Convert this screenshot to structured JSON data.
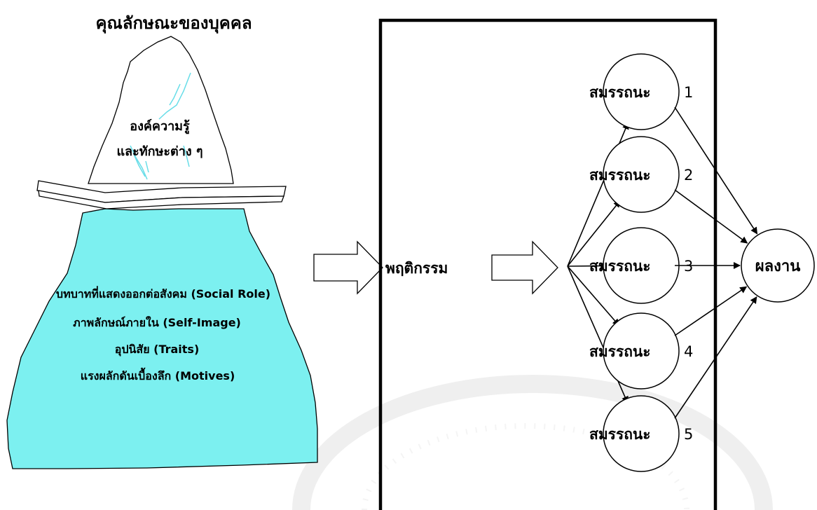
{
  "iceberg": {
    "title": "คุณลักษณะของบุคคล",
    "surface_lines": [
      "องค์ความรู้",
      "และทักษะต่าง ๆ"
    ],
    "submerged_lines": [
      "บทบาทที่แสดงออกต่อสังคม (Social Role)",
      "ภาพลักษณ์ภายใน (Self-Image)",
      "อุปนิสัย (Traits)",
      "แรงผลักดันเบื้องลึก (Motives)"
    ]
  },
  "behavior": {
    "label": "พฤติกรรม"
  },
  "competencies": [
    {
      "label": "สมรรถนะ",
      "number": "1"
    },
    {
      "label": "สมรรถนะ",
      "number": "2"
    },
    {
      "label": "สมรรถนะ",
      "number": "3"
    },
    {
      "label": "สมรรถนะ",
      "number": "4"
    },
    {
      "label": "สมรรถนะ",
      "number": "5"
    }
  ],
  "output": {
    "label": "ผลงาน"
  },
  "colors": {
    "underwater": "#7cf0f0",
    "ice_streak": "#67dde8",
    "line": "#000000",
    "watermark": "#d9d9d9"
  }
}
